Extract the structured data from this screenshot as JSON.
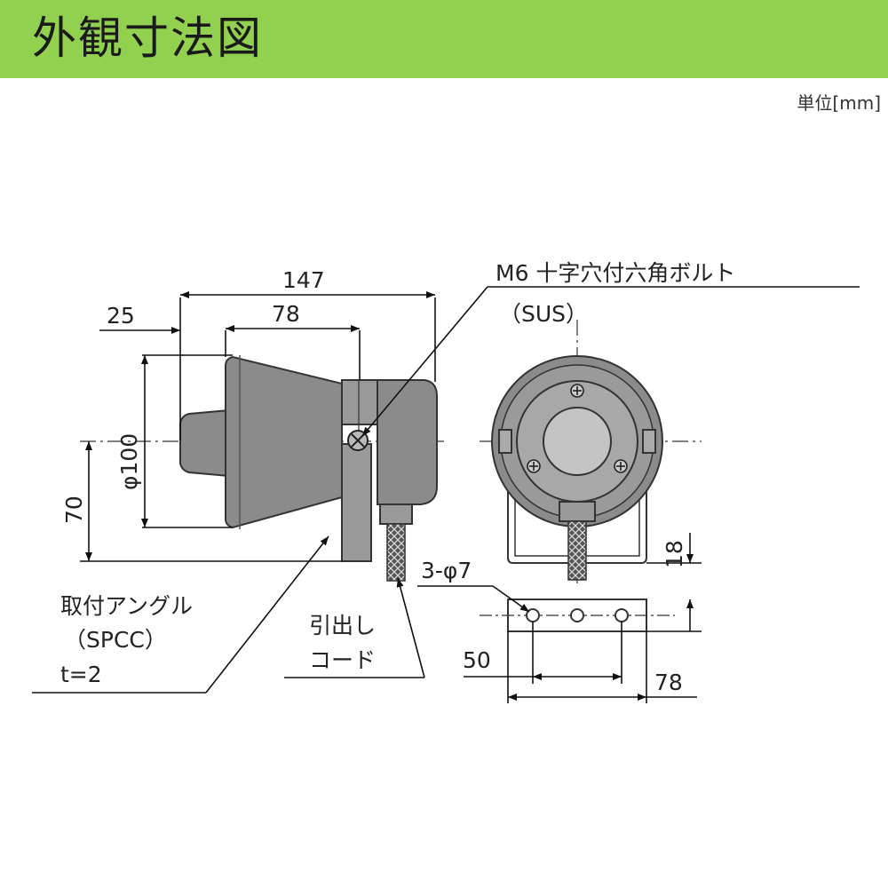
{
  "header": {
    "title": "外観寸法図",
    "color": "#92d050"
  },
  "unit_label": "単位[mm]",
  "dimensions": {
    "overall_length": "147",
    "front_offset": "25",
    "depth": "78",
    "diameter": "φ100",
    "mount_height": "70",
    "bracket_height": "18",
    "hole_pitch": "50",
    "bracket_width": "78"
  },
  "callouts": {
    "bolt_line1": "M6 十字穴付六角ボルト",
    "bolt_line2": "（SUS）",
    "angle_line1": "取付アングル",
    "angle_line2": "（SPCC）",
    "angle_line3": "t=2",
    "cord_line1": "引出し",
    "cord_line2": "コード",
    "holes": "3-φ7"
  }
}
